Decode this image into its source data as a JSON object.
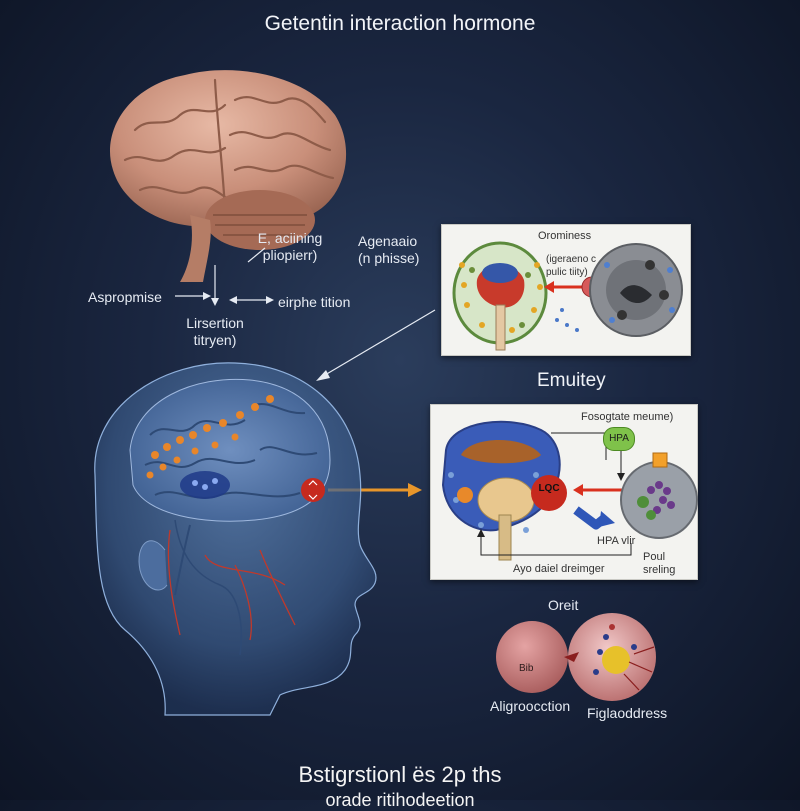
{
  "title": "Getentin interaction hormone",
  "brain_labels": {
    "top_right_line1": "E, aciining",
    "top_right_line2": "pliopierr)",
    "left": "Aspropmise",
    "right": "eirphe tition",
    "bottom_line1": "Lirsertion",
    "bottom_line2": "titryen)"
  },
  "panel1": {
    "side_label_line1": "Agenaaio",
    "side_label_line2": "(n phisse)",
    "title": "Orominess",
    "inner_line1": "(igeraeno c",
    "inner_line2": "pulic tiity)"
  },
  "section_heading": "Emuitey",
  "panel2": {
    "title": "Fosogtate meume)",
    "hpa_badge": "HPA",
    "lqc_badge": "LQC",
    "hpa_label": "HPA vlir",
    "right_label": "Poul sreling",
    "bottom_label": "Ayo daiel dreimger"
  },
  "cells": {
    "heading": "Oreit",
    "left_inner": "Bib",
    "left_label": "Aligroocction",
    "right_label": "Figlaoddress"
  },
  "footer": {
    "line1": "Bstigrstionl ës 2p ths",
    "line2": "orade ritihodeetion"
  },
  "colors": {
    "background": "#1a2640",
    "arrow_orange": "#e8962a",
    "arrow_red": "#d9301e",
    "arrow_blue": "#2f57b8",
    "brain_pink": "#c98f7a",
    "panel_bg": "#f3f3f0"
  }
}
